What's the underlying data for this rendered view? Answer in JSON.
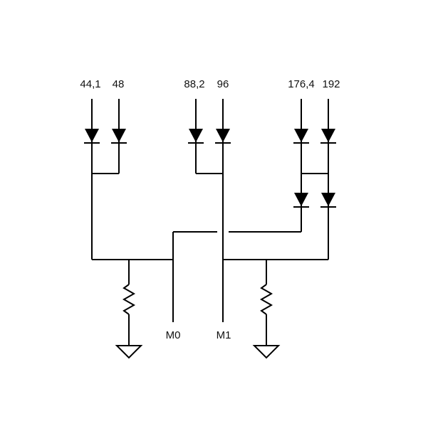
{
  "schematic": {
    "inputs": {
      "r44_1": "44,1",
      "r48": "48",
      "r88_2": "88,2",
      "r96": "96",
      "r176_4": "176,4",
      "r192": "192"
    },
    "outputs": {
      "m0": "M0",
      "m1": "M1"
    }
  }
}
